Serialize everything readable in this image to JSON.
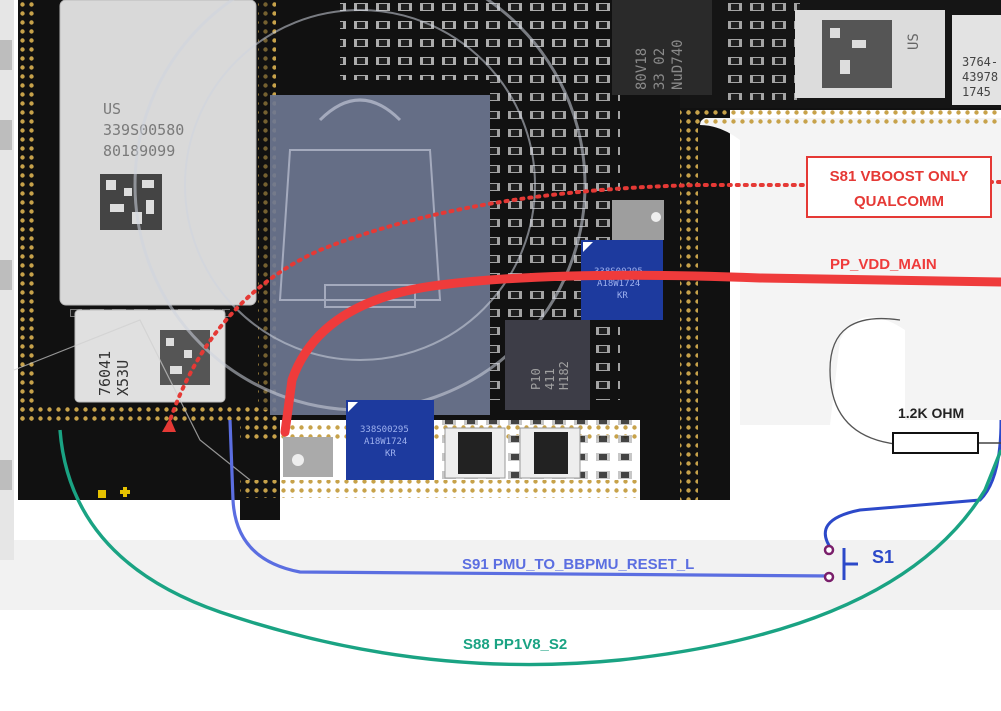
{
  "annotations": {
    "vboost_box": {
      "line1": "S81 VBOOST ONLY",
      "line2": "QUALCOMM"
    },
    "vdd_main": "PP_VDD_MAIN",
    "resistor": "1.2K OHM",
    "switch": "S1",
    "reset_line": "S91 PMU_TO_BBPMU_RESET_L",
    "pp1v8": "S88 PP1V8_S2"
  },
  "chips": {
    "large_chip": {
      "l1": "US",
      "l2": "339S00580",
      "l3": "80189099"
    },
    "small_left": {
      "l1": "76041",
      "l2": "X53U"
    },
    "top_dark": {
      "l1": "80V18",
      "l2": "33 02",
      "l3": "NuD740"
    },
    "top_right_small": "US",
    "top_right_edge": {
      "l1": "3764-",
      "l2": "43978",
      "l3": "1745"
    },
    "blue_right": {
      "l1": "338S00295",
      "l2": "A18W1724",
      "l3": "KR"
    },
    "blue_bottom": {
      "l1": "338S00295",
      "l2": "A18W1724",
      "l3": "KR"
    },
    "dark_pmic": {
      "l1": "P10",
      "l2": "411",
      "l3": "H182"
    }
  },
  "colors": {
    "vboost": "#e53935",
    "vdd_main": "#ef3b3b",
    "reset": "#5b6ee1",
    "pp1v8": "#1aa383",
    "board": "#111111",
    "chip_blue": "#1d3a9e",
    "via_gold": "#c7a24a"
  }
}
